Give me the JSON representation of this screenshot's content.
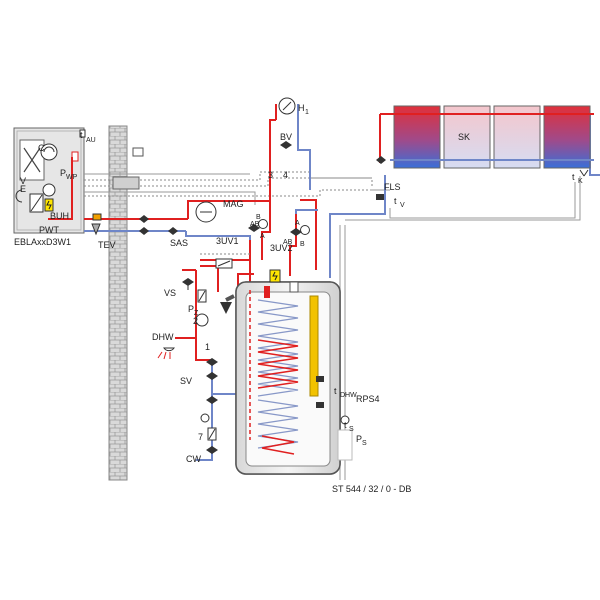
{
  "labels": {
    "c": "C",
    "t": "t",
    "au": "AU",
    "p": "P",
    "wp": "WP",
    "v": "V",
    "e": "E",
    "buh": "BUH",
    "pwt": "PWT",
    "outdoor_unit": "EBLAxxD3W1",
    "tev": "TEV",
    "mag": "MAG",
    "sas": "SAS",
    "uv1": "3UV1",
    "uv2": "3UV2",
    "ab": "AB",
    "a": "A",
    "b": "B",
    "h": "H",
    "h_sub": "1",
    "bv": "BV",
    "port_3": "3",
    "port_4": "4",
    "sk": "SK",
    "fls": "FLS",
    "k": "K",
    "vs": "VS",
    "z": "Z",
    "num_2": "2",
    "dhw": "DHW",
    "num_1": "1",
    "sv": "SV",
    "num_7": "7",
    "cw": "CW",
    "rps4": "RPS4",
    "s": "S",
    "tank_model": "ST 544 / 32 / 0 - DB"
  },
  "colors": {
    "hot_line": "#e02020",
    "cold_line": "#6f86c8",
    "heater": "#ffe600"
  }
}
